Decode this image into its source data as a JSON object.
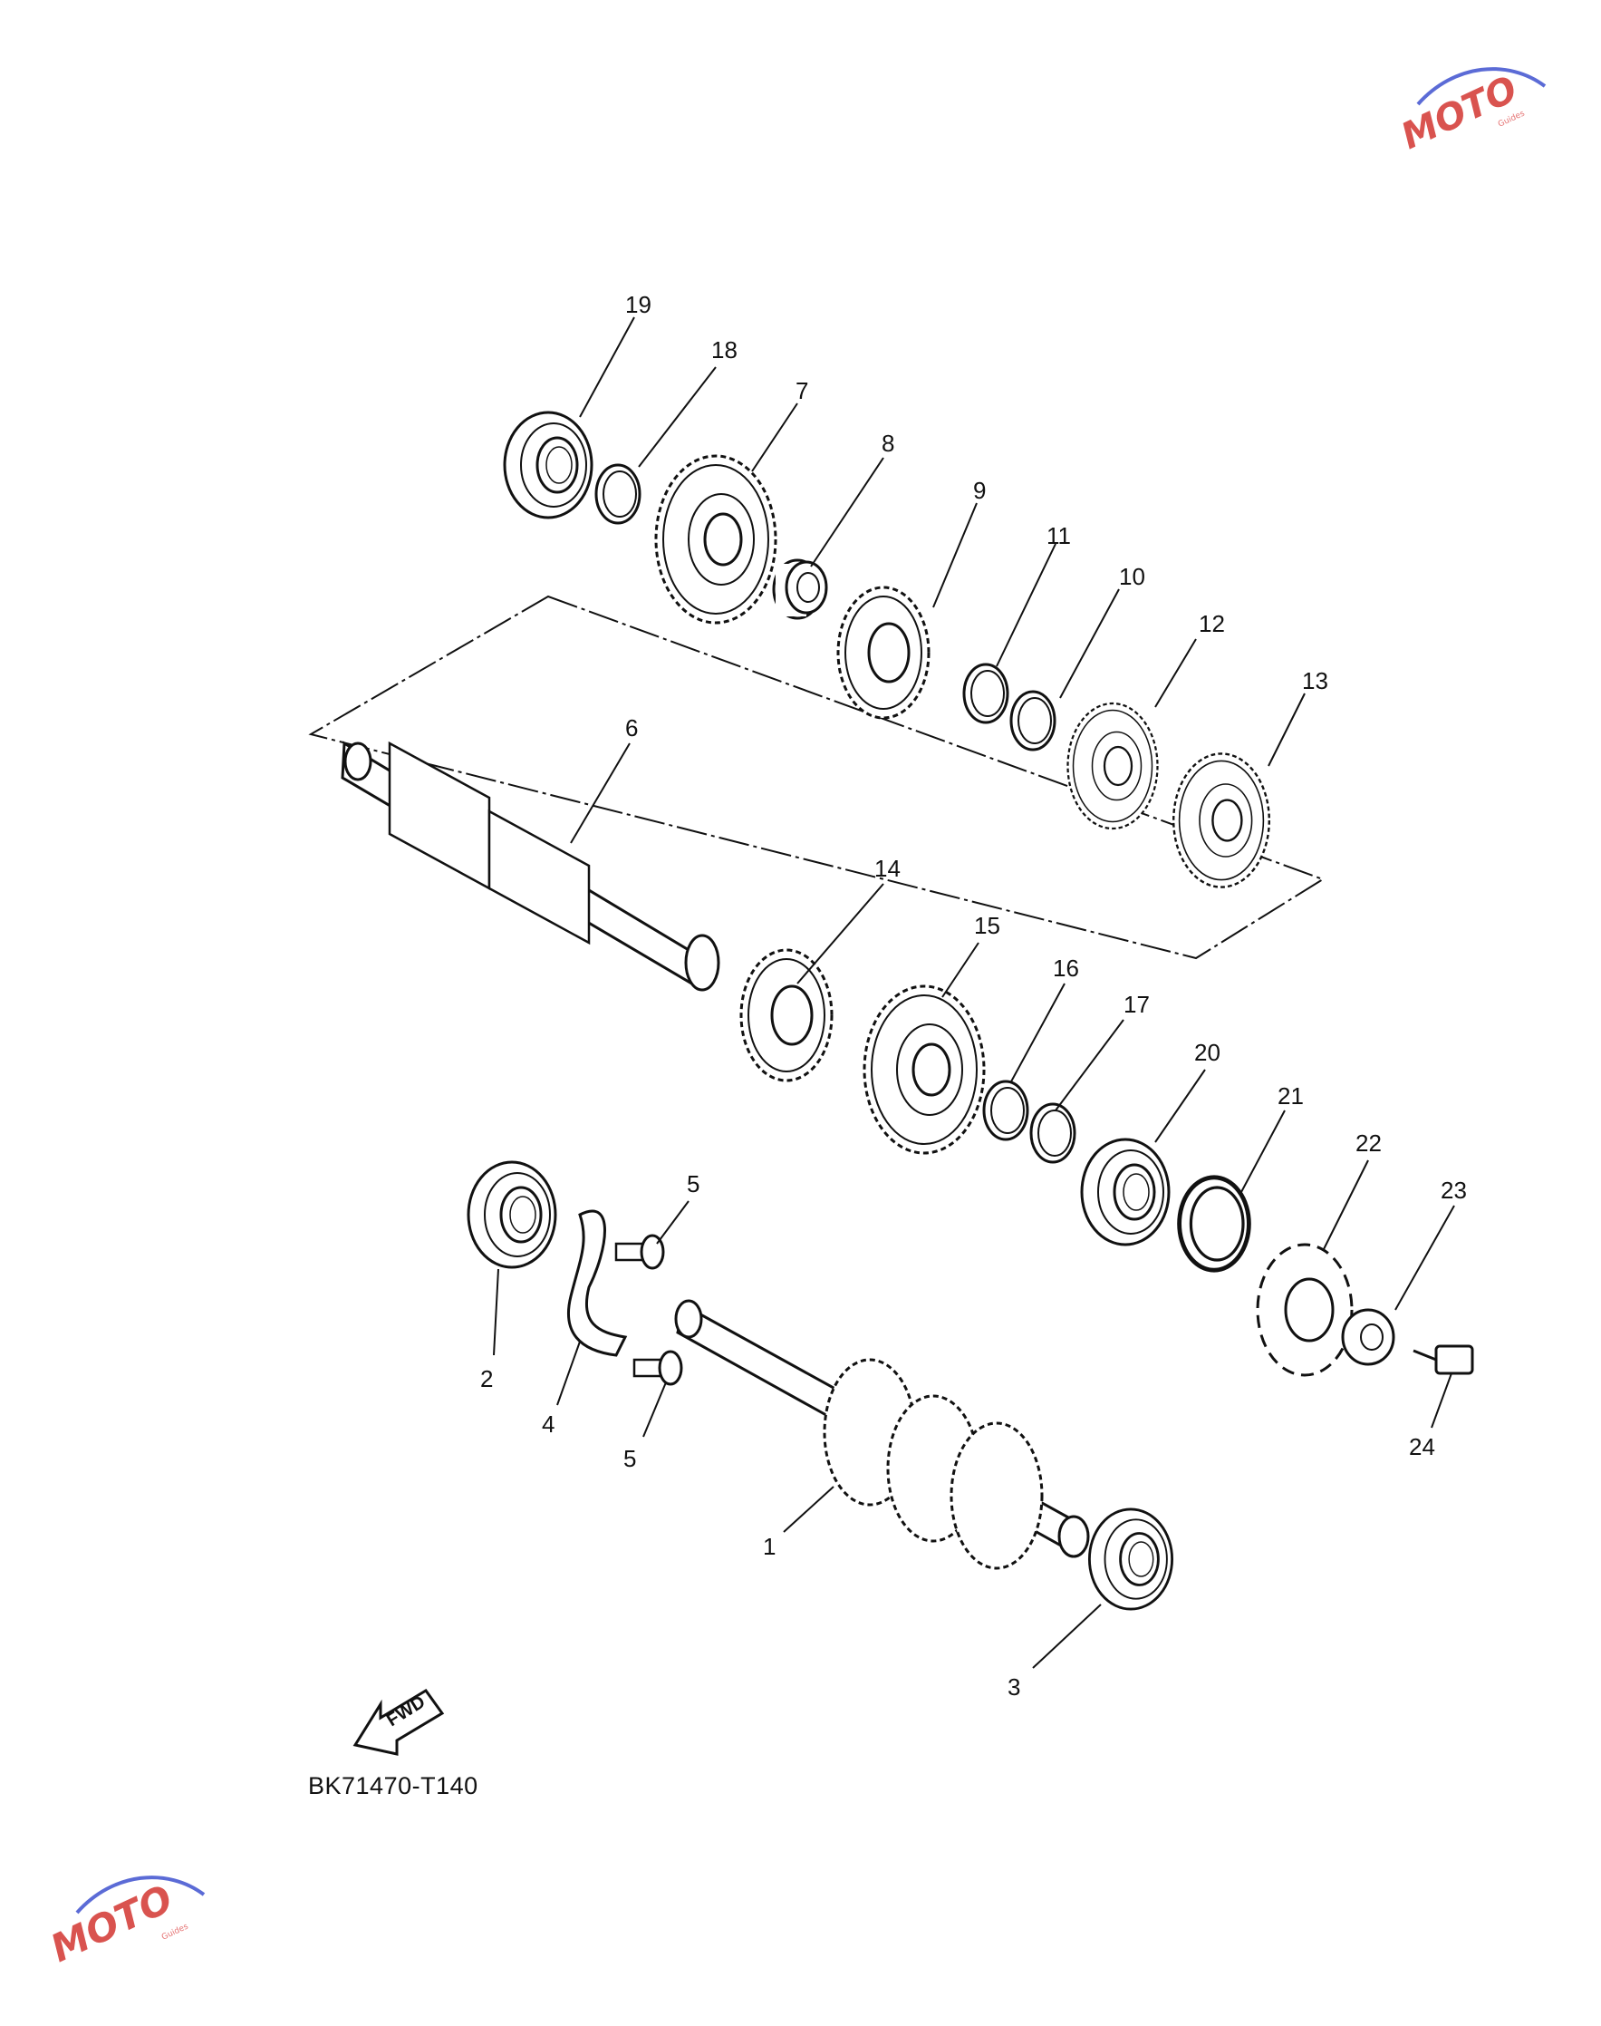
{
  "diagram": {
    "document_code": "BK71470-T140",
    "fwd_label": "FWD",
    "callouts": [
      "19",
      "18",
      "7",
      "8",
      "9",
      "11",
      "10",
      "12",
      "13",
      "6",
      "14",
      "15",
      "16",
      "17",
      "20",
      "21",
      "22",
      "23",
      "5",
      "2",
      "4",
      "5",
      "24",
      "1",
      "3"
    ]
  },
  "watermark": {
    "brand": "MOTO",
    "sub": "Guides",
    "colors": {
      "red": "#d9534f",
      "blue": "#5b6bd6"
    }
  }
}
